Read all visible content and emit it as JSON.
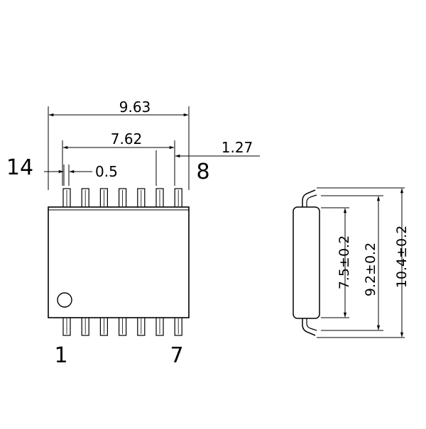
{
  "top_view": {
    "dims": {
      "overall_width": "9.63",
      "row_span": "7.62",
      "pitch": "1.27",
      "lead_width": "0.5"
    },
    "pins": {
      "top_left": "14",
      "top_right": "8",
      "bottom_left": "1",
      "bottom_right": "7"
    },
    "pins_per_side": 7
  },
  "side_view": {
    "dims": {
      "body_width": "7.5±0.2",
      "lead_span": "9.2±0.2",
      "overall_span": "10.4±0.2"
    }
  }
}
